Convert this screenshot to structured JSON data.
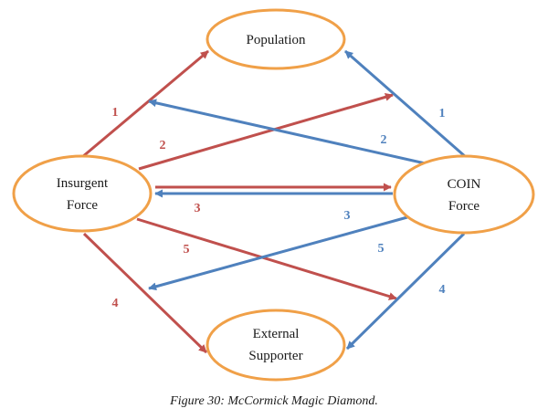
{
  "colors": {
    "node_stroke": "#F0A048",
    "insurgent_arrow": "#C0504D",
    "coin_arrow": "#4F81BD"
  },
  "nodes": {
    "population": {
      "label": "Population"
    },
    "insurgent": {
      "label_line1": "Insurgent",
      "label_line2": "Force"
    },
    "coin": {
      "label_line1": "COIN",
      "label_line2": "Force"
    },
    "external": {
      "label_line1": "External",
      "label_line2": "Supporter"
    }
  },
  "edges": {
    "insurgent_to_population": {
      "label": "1"
    },
    "insurgent_to_coin_upper": {
      "label": "2"
    },
    "insurgent_to_coin": {
      "label": "3"
    },
    "insurgent_to_external": {
      "label": "4"
    },
    "insurgent_to_coin_lower": {
      "label": "5"
    },
    "coin_to_population": {
      "label": "1"
    },
    "coin_to_insurgent_upper": {
      "label": "2"
    },
    "coin_to_insurgent": {
      "label": "3"
    },
    "coin_to_external": {
      "label": "4"
    },
    "coin_to_insurgent_lower": {
      "label": "5"
    }
  },
  "caption": "Figure 30: McCormick Magic Diamond."
}
